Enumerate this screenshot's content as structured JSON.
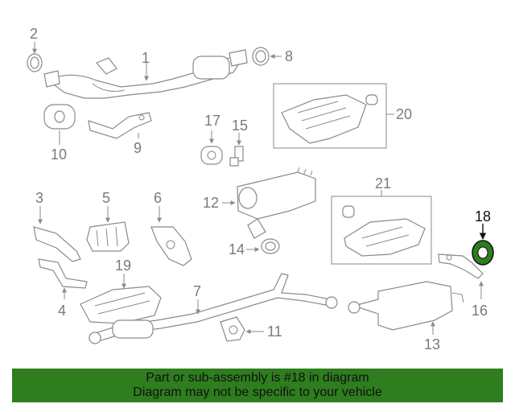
{
  "callouts": {
    "n1": "1",
    "n2": "2",
    "n3": "3",
    "n4": "4",
    "n5": "5",
    "n6": "6",
    "n7": "7",
    "n8": "8",
    "n9": "9",
    "n10": "10",
    "n11": "11",
    "n12": "12",
    "n13": "13",
    "n14": "14",
    "n15": "15",
    "n16": "16",
    "n17": "17",
    "n18": "18",
    "n19": "19",
    "n20": "20",
    "n21": "21"
  },
  "highlighted_part": "18",
  "highlight_color": "#2e7d1e",
  "banner": {
    "line1": "Part or sub-assembly is #18 in diagram",
    "line2": "Diagram may not be specific to your vehicle",
    "background": "#2e7d1e"
  }
}
